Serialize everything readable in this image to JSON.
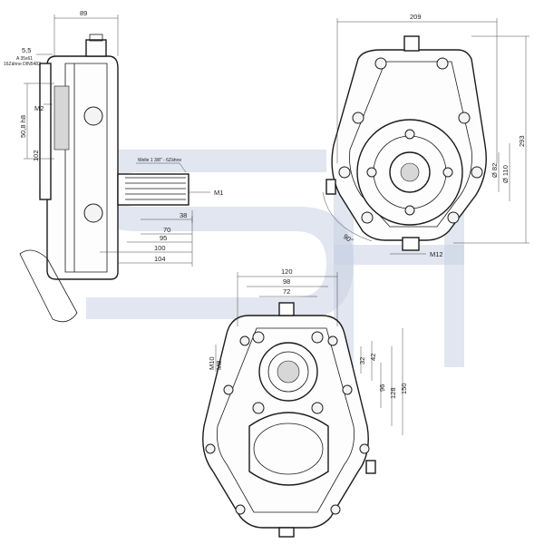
{
  "side_view": {
    "top_width": "89",
    "offset": "5,5",
    "annotation_line1": "A 35x61",
    "annotation_line2": "16Zähne DIN5482",
    "shaft_label": "Welle 1 3/8\" - 6Zähne",
    "shaft_dia": "50,8 h8",
    "thread": "M2",
    "height": "102",
    "m1": "M1",
    "d38": "38",
    "d70": "70",
    "d95": "95",
    "d100": "100",
    "d104": "104"
  },
  "front_view": {
    "width": "209",
    "height": "293",
    "dia_82": "Ø 82",
    "dia_110": "Ø 110",
    "angle": "90°",
    "thread": "M12"
  },
  "bottom_view": {
    "w120": "120",
    "w98": "98",
    "w72": "72",
    "m10": "M10",
    "m8": "M8",
    "d32": "32",
    "d42": "42",
    "d96": "96",
    "d128": "128",
    "d150": "150"
  }
}
